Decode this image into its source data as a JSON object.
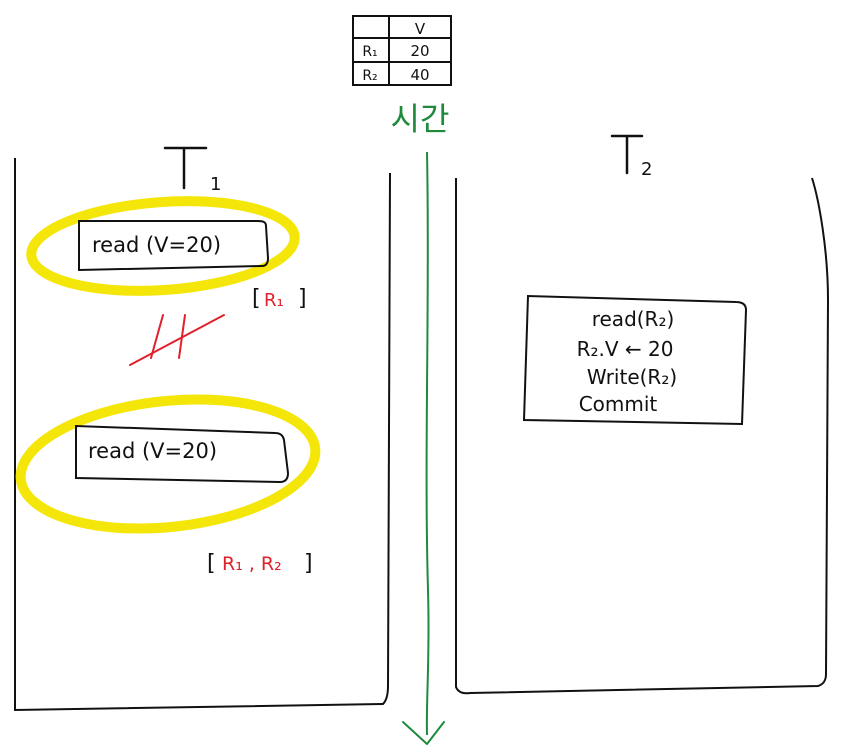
{
  "table": {
    "header": [
      "",
      "V"
    ],
    "rows": [
      [
        "R₁",
        "20"
      ],
      [
        "R₂",
        "40"
      ]
    ]
  },
  "timeline": {
    "label": "시간"
  },
  "t1": {
    "title": "T",
    "subscript": "1",
    "op1": "read (V=20)",
    "set1_open": "[",
    "set1_items": "R₁",
    "set1_close": "]",
    "op2": "read (V=20)",
    "set2_open": "[",
    "set2_items": "R₁ , R₂",
    "set2_close": "]"
  },
  "t2": {
    "title": "T",
    "subscript": "2",
    "ops": [
      "read(R₂)",
      "R₂.V ← 20",
      "Write(R₂)",
      "Commit"
    ]
  },
  "colors": {
    "ink": "#111111",
    "highlight": "#f5e60a",
    "timeline": "#1e8a3c",
    "mark": "#e0202a"
  }
}
